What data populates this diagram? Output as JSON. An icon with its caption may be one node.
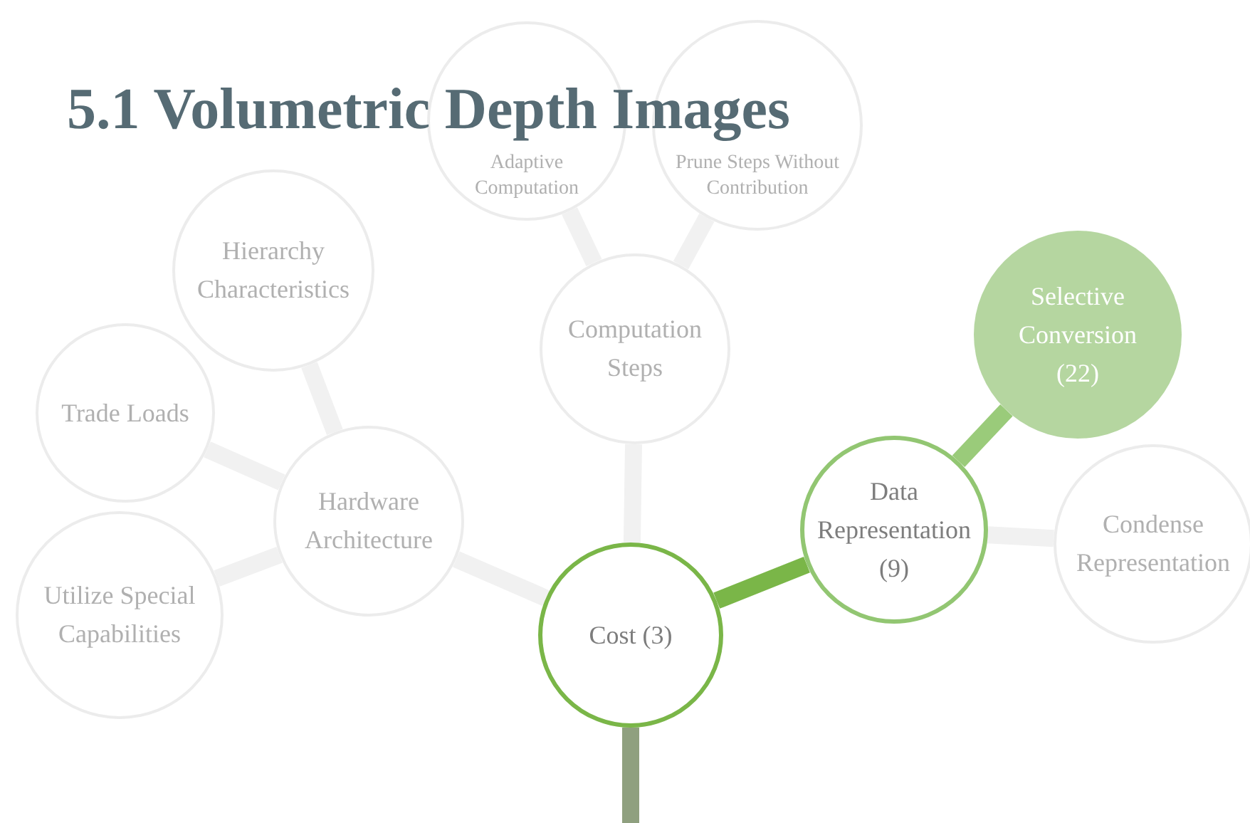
{
  "diagram": {
    "title": "5.1 Volumetric Depth Images",
    "nodes": [
      {
        "text": [
          "Cost (3)"
        ]
      },
      {
        "text": [
          "Data Representation (9)"
        ]
      },
      {
        "text": [
          "Selective Conversion (22)"
        ]
      },
      {
        "text": [
          "Condense Representation"
        ]
      },
      {
        "text": [
          "Computation Steps"
        ]
      },
      {
        "text": [
          "Adaptive Computation"
        ]
      },
      {
        "text": [
          "Prune Steps Without Contribution"
        ]
      },
      {
        "text": [
          "Hierarchy Characteristics"
        ]
      },
      {
        "text": [
          "Trade Loads"
        ]
      },
      {
        "text": [
          "Hardware Architecture"
        ]
      },
      {
        "text": [
          "Utilize Special Capabilities"
        ]
      }
    ],
    "edges": [
      {
        "from": null,
        "to": 0,
        "arrow": "none",
        "color": "#8fa07f"
      },
      {
        "from": 0,
        "to": 1,
        "arrow": "none",
        "color": "#7ab648"
      },
      {
        "from": 1,
        "to": 2,
        "arrow": "none",
        "color": "#9acb7a"
      },
      {
        "from": 1,
        "to": 3,
        "arrow": "none"
      },
      {
        "from": 0,
        "to": 4,
        "arrow": "none"
      },
      {
        "from": 4,
        "to": 5,
        "arrow": "none"
      },
      {
        "from": 4,
        "to": 6,
        "arrow": "none"
      },
      {
        "from": 0,
        "to": 9,
        "arrow": "none"
      },
      {
        "from": 9,
        "to": 7,
        "arrow": "none"
      },
      {
        "from": 9,
        "to": 8,
        "arrow": "none"
      },
      {
        "from": 9,
        "to": 10,
        "arrow": "none"
      }
    ]
  }
}
